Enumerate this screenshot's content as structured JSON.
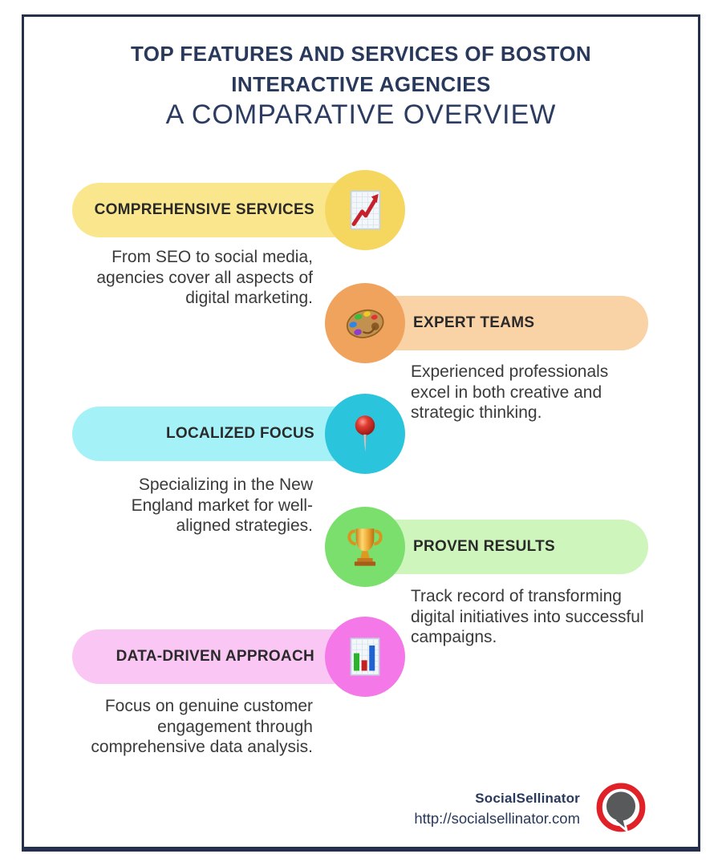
{
  "header": {
    "title_line1": "TOP FEATURES AND SERVICES OF BOSTON",
    "title_line2": "INTERACTIVE AGENCIES",
    "subtitle": "A COMPARATIVE OVERVIEW"
  },
  "features": [
    {
      "label": "COMPREHENSIVE SERVICES",
      "description": "From SEO to social media, agencies cover all aspects of digital marketing.",
      "icon": "chart-increasing-icon",
      "side": "left",
      "pill_color": "#FAE78D",
      "circle_color": "#F5D75F"
    },
    {
      "label": "EXPERT TEAMS",
      "description": "Experienced professionals excel in both creative and strategic thinking.",
      "icon": "artist-palette-icon",
      "side": "right",
      "pill_color": "#F9D2A6",
      "circle_color": "#F0A35C"
    },
    {
      "label": "LOCALIZED FOCUS",
      "description": "Specializing in the New England market for well-aligned strategies.",
      "icon": "round-pushpin-icon",
      "side": "left",
      "pill_color": "#A5F1F8",
      "circle_color": "#2BC4DD"
    },
    {
      "label": "PROVEN RESULTS",
      "description": "Track record of transforming digital initiatives into successful campaigns.",
      "icon": "trophy-icon",
      "side": "right",
      "pill_color": "#CDF5BC",
      "circle_color": "#7ADF6D"
    },
    {
      "label": "DATA-DRIVEN APPROACH",
      "description": "Focus on genuine customer engagement through comprehensive data analysis.",
      "icon": "bar-chart-icon",
      "side": "left",
      "pill_color": "#FAC6F3",
      "circle_color": "#F478E8"
    }
  ],
  "footer": {
    "brand": "SocialSellinator",
    "url": "http://socialsellinator.com",
    "logo": "speech-bubble-logo"
  },
  "colors": {
    "border": "#25304C",
    "title": "#29395C",
    "label_text": "#2A2A2A",
    "body_text": "#3A3A3A",
    "logo_ring": "#E02128",
    "logo_bubble": "#58595B"
  }
}
